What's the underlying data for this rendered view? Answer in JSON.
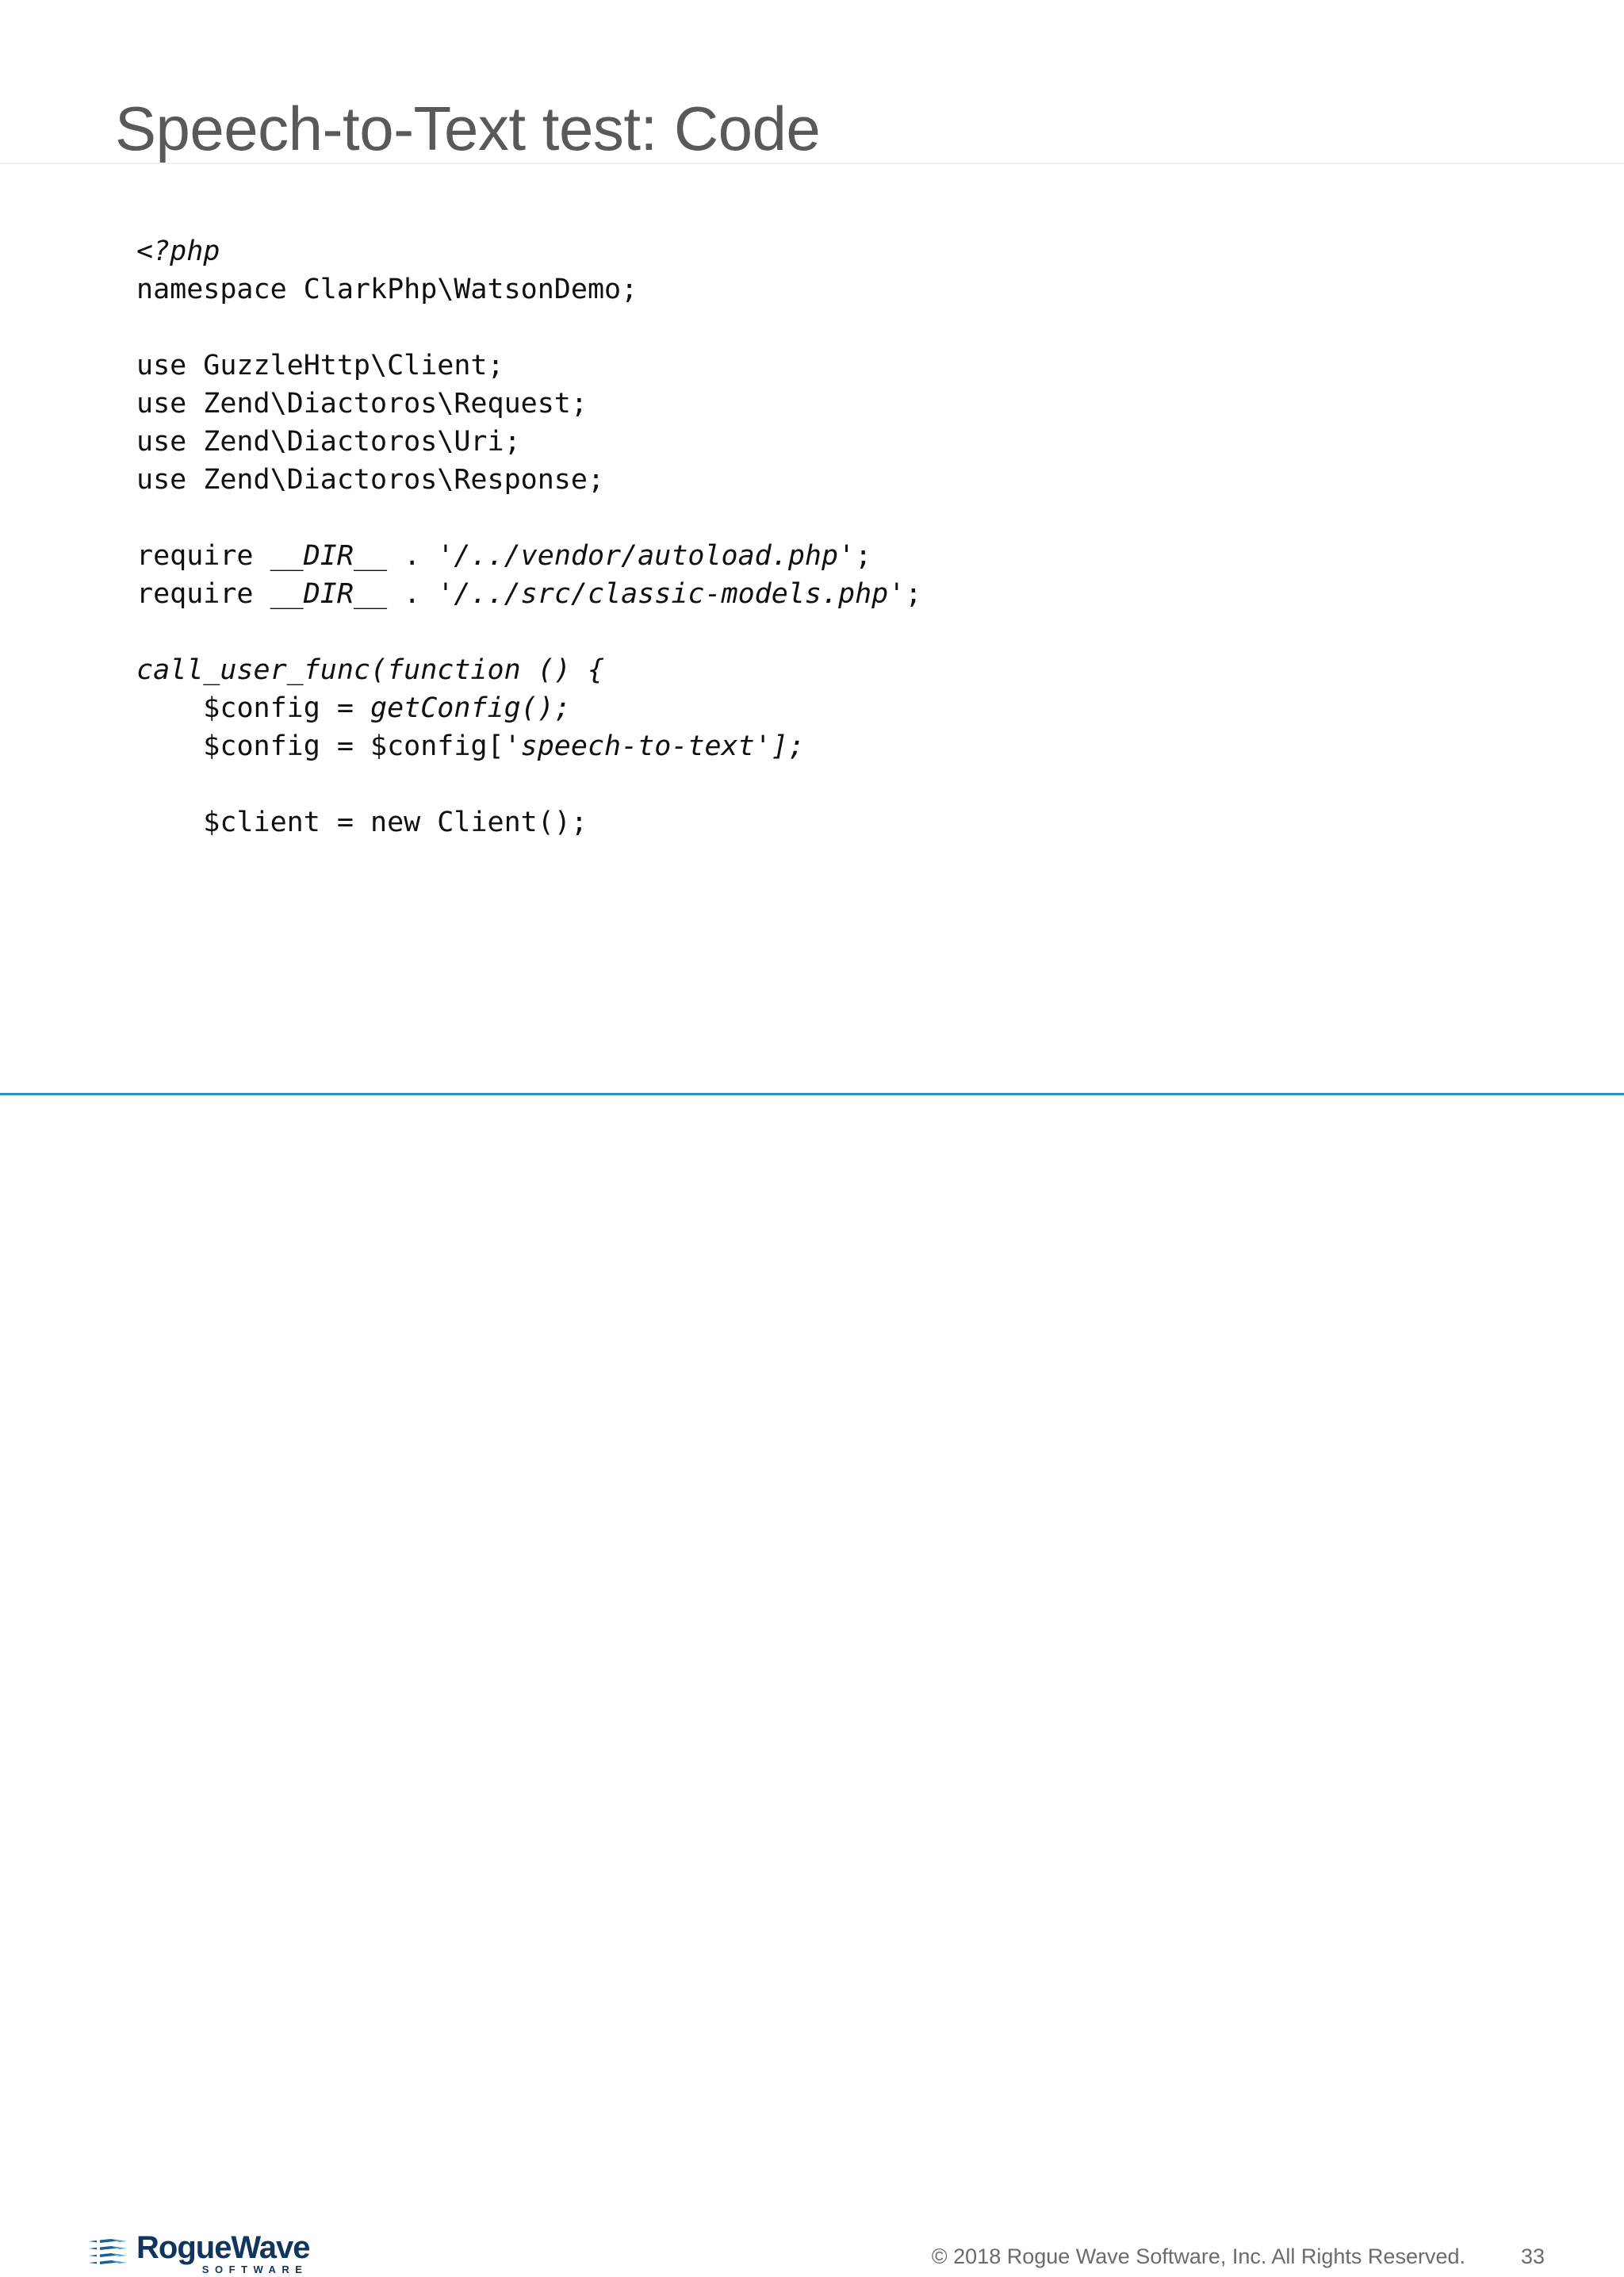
{
  "slide": {
    "title": "Speech-to-Text test: Code",
    "page_number": "33",
    "copyright": "© 2018 Rogue Wave Software, Inc. All Rights Reserved.",
    "accent_color": "#2d8fcb",
    "title_color": "#595959",
    "logo": {
      "name": "RogueWave",
      "subtitle": "SOFTWARE",
      "color": "#11365e",
      "mark_colors": [
        "#1b5f9e",
        "#3f9ad0",
        "#6fb8de"
      ]
    }
  },
  "code": {
    "language": "php",
    "lines": [
      {
        "indent": 0,
        "tokens": [
          {
            "text": "<?php",
            "em": true
          }
        ]
      },
      {
        "indent": 0,
        "tokens": [
          {
            "text": "namespace ClarkPhp\\WatsonDemo;",
            "em": false
          }
        ]
      },
      {
        "indent": 0,
        "tokens": []
      },
      {
        "indent": 0,
        "tokens": [
          {
            "text": "use GuzzleHttp\\Client;",
            "em": false
          }
        ]
      },
      {
        "indent": 0,
        "tokens": [
          {
            "text": "use Zend\\Diactoros\\Request;",
            "em": false
          }
        ]
      },
      {
        "indent": 0,
        "tokens": [
          {
            "text": "use Zend\\Diactoros\\Uri;",
            "em": false
          }
        ]
      },
      {
        "indent": 0,
        "tokens": [
          {
            "text": "use Zend\\Diactoros\\Response;",
            "em": false
          }
        ]
      },
      {
        "indent": 0,
        "tokens": []
      },
      {
        "indent": 0,
        "tokens": [
          {
            "text": "require ",
            "em": false
          },
          {
            "text": "__DIR__",
            "em": true
          },
          {
            "text": " . ",
            "em": false
          },
          {
            "text": "'/../vendor/autoload.php'",
            "em": true
          },
          {
            "text": ";",
            "em": false
          }
        ]
      },
      {
        "indent": 0,
        "tokens": [
          {
            "text": "require ",
            "em": false
          },
          {
            "text": "__DIR__",
            "em": true
          },
          {
            "text": " . ",
            "em": false
          },
          {
            "text": "'/../src/classic-models.php'",
            "em": true
          },
          {
            "text": ";",
            "em": false
          }
        ]
      },
      {
        "indent": 0,
        "tokens": []
      },
      {
        "indent": 0,
        "tokens": [
          {
            "text": "call_user_func(function () {",
            "em": true
          }
        ]
      },
      {
        "indent": 4,
        "tokens": [
          {
            "text": "$config = ",
            "em": false
          },
          {
            "text": "getConfig();",
            "em": true
          }
        ]
      },
      {
        "indent": 4,
        "tokens": [
          {
            "text": "$config = $config[",
            "em": false
          },
          {
            "text": "'speech-to-text'",
            "em": true
          },
          {
            "text": "];",
            "em": true
          }
        ]
      },
      {
        "indent": 0,
        "tokens": []
      },
      {
        "indent": 4,
        "tokens": [
          {
            "text": "$client = new Client();",
            "em": false
          }
        ]
      }
    ]
  }
}
